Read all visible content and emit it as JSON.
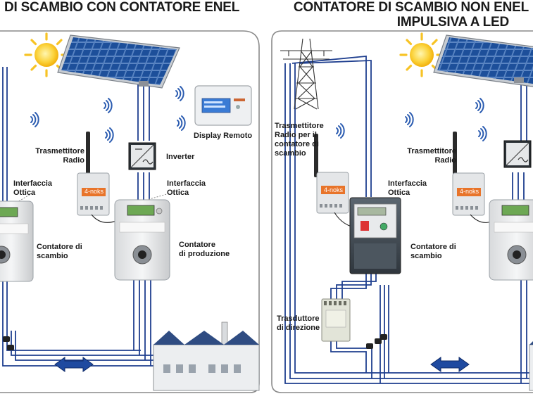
{
  "headings": {
    "left": "DI SCAMBIO CON CONTATORE ENEL",
    "right_line1": "CONTATORE DI SCAMBIO NON ENEL",
    "right_line2": "IMPULSIVA A LED"
  },
  "left_panel": {
    "display_remoto": "Display Remoto",
    "trasmettitore_1": "Trasmettitore",
    "trasmettitore_2": "Radio",
    "inverter": "Inverter",
    "interfaccia_a_1": "Interfaccia",
    "interfaccia_a_2": "Ottica",
    "interfaccia_b_1": "Interfaccia",
    "interfaccia_b_2": "Ottica",
    "scambio_1": "Contatore di",
    "scambio_2": "scambio",
    "produzione_1": "Contatore",
    "produzione_2": "di produzione",
    "device_tag": "4-noks"
  },
  "right_panel": {
    "trasm_radio_1": "Trasmettitore",
    "trasm_radio_2": "Radio per il",
    "trasm_radio_3": "contatore di",
    "trasm_radio_4": "scambio",
    "interfaccia_1": "Interfaccia",
    "interfaccia_2": "Ottica",
    "scambio_1": "Contatore di",
    "scambio_2": "scambio",
    "trasduttore_1": "Trasduttore",
    "trasduttore_2": "di direzione",
    "trasmettitore_1": "Trasmettitore",
    "trasmettitore_2": "Radio",
    "device_tag_1": "4-noks",
    "device_tag_2": "4-noks"
  },
  "colors": {
    "wire": "#1f3f8f",
    "panel_border": "#8a8a8a",
    "solar_blue": "#1d4f9a",
    "sun": "#f7c325",
    "orange_tag": "#e8742a",
    "radio_wave": "#2a5bb0"
  }
}
